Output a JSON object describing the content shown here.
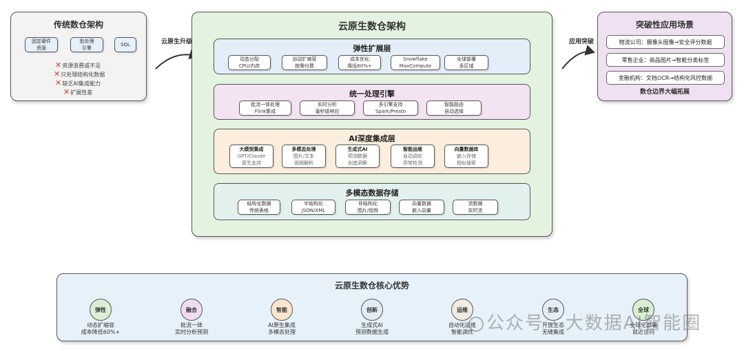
{
  "traditional": {
    "title": "传统数仓架构",
    "chips": [
      {
        "lines": [
          "固定硬件",
          "资源"
        ]
      },
      {
        "lines": [
          "批处理",
          "引擎"
        ]
      },
      {
        "lines": [
          "SQL"
        ]
      }
    ],
    "problems": [
      "资源浪费或不足",
      "只处理结构化数据",
      "缺乏AI集成能力",
      "扩展性差"
    ]
  },
  "arrows": {
    "upgrade": "云原生升级",
    "breakthrough": "应用突破"
  },
  "cloud": {
    "title": "云原生数仓架构",
    "layers": [
      {
        "title": "弹性扩展层",
        "color": "#e4eef9",
        "items": [
          {
            "lines": [
              "动态分配",
              "CPU/内存"
            ]
          },
          {
            "lines": [
              "自动扩缩容",
              "按需付费"
            ]
          },
          {
            "lines": [
              "成本优化",
              "降低60%+"
            ]
          },
          {
            "lines": [
              "Snowflake",
              "MaxCompute"
            ]
          },
          {
            "lines": [
              "全球部署",
              "多区域"
            ]
          }
        ]
      },
      {
        "title": "统一处理引擎",
        "color": "#f4e3f3",
        "items": [
          {
            "lines": [
              "批流一体处理",
              "Flink集成"
            ]
          },
          {
            "lines": [
              "实时分析",
              "毫秒级响应"
            ]
          },
          {
            "lines": [
              "多引擎支持",
              "Spark/Presto"
            ]
          },
          {
            "lines": [
              "智能路由",
              "自动选择"
            ]
          }
        ]
      },
      {
        "title": "AI深度集成层",
        "color": "#fbeedd",
        "items": [
          {
            "lines": [
              "大模型集成",
              "GPT/Claude",
              "原生支持"
            ]
          },
          {
            "lines": [
              "多模态处理",
              "图片/文本",
              "视频解析"
            ]
          },
          {
            "lines": [
              "生成式AI",
              "预测数据",
              "创造洞察"
            ]
          },
          {
            "lines": [
              "智能运维",
              "自动调优",
              "异常检测"
            ]
          },
          {
            "lines": [
              "向量数据库",
              "嵌入存储",
              "相似搜索"
            ]
          }
        ]
      },
      {
        "title": "多模态数据存储",
        "color": "#e2f1ee",
        "items": [
          {
            "lines": [
              "结构化数据",
              "传统表格"
            ]
          },
          {
            "lines": [
              "半结构化",
              "JSON/XML"
            ]
          },
          {
            "lines": [
              "非结构化",
              "图片/视频"
            ]
          },
          {
            "lines": [
              "向量数据",
              "嵌入向量"
            ]
          },
          {
            "lines": [
              "流数据",
              "实时流"
            ]
          }
        ]
      }
    ]
  },
  "scenarios": {
    "title": "突破性应用场景",
    "items": [
      "物流公司：摄像头图像→安全评分数据",
      "零售企业：商品图片→智能分类标签",
      "金融机构：文档OCR→结构化风控数据"
    ],
    "footer": "数仓边界大幅拓展"
  },
  "advantages": {
    "title": "云原生数仓核心优势",
    "items": [
      {
        "badge": "弹性",
        "color": "#dcefd5",
        "lines": [
          "动态扩缩容",
          "成本降低60%+"
        ]
      },
      {
        "badge": "融合",
        "color": "#efdcf0",
        "lines": [
          "批流一体",
          "实时分析预测"
        ]
      },
      {
        "badge": "智能",
        "color": "#fbe7cf",
        "lines": [
          "AI原生集成",
          "多模态处理"
        ]
      },
      {
        "badge": "创新",
        "color": "#e2ecf3",
        "lines": [
          "生成式AI",
          "预测数据生成"
        ]
      },
      {
        "badge": "运维",
        "color": "#f1ebe4",
        "lines": [
          "自动化运维",
          "智能调优"
        ]
      },
      {
        "badge": "生态",
        "color": "#e5eef7",
        "lines": [
          "开放生态",
          "无缝集成"
        ]
      },
      {
        "badge": "全球",
        "color": "#d8efd2",
        "lines": [
          "全球化部署",
          "就近访问"
        ]
      }
    ]
  },
  "watermark": "公众号 · 大数据AI智能圈",
  "colors": {
    "traditional_bg": "#f3f3f3",
    "cloud_bg": "#e3f3e0",
    "scenario_bg": "#efe1f1",
    "advantage_bg": "#e6f1f9",
    "problem_mark": "#d63b2b"
  }
}
